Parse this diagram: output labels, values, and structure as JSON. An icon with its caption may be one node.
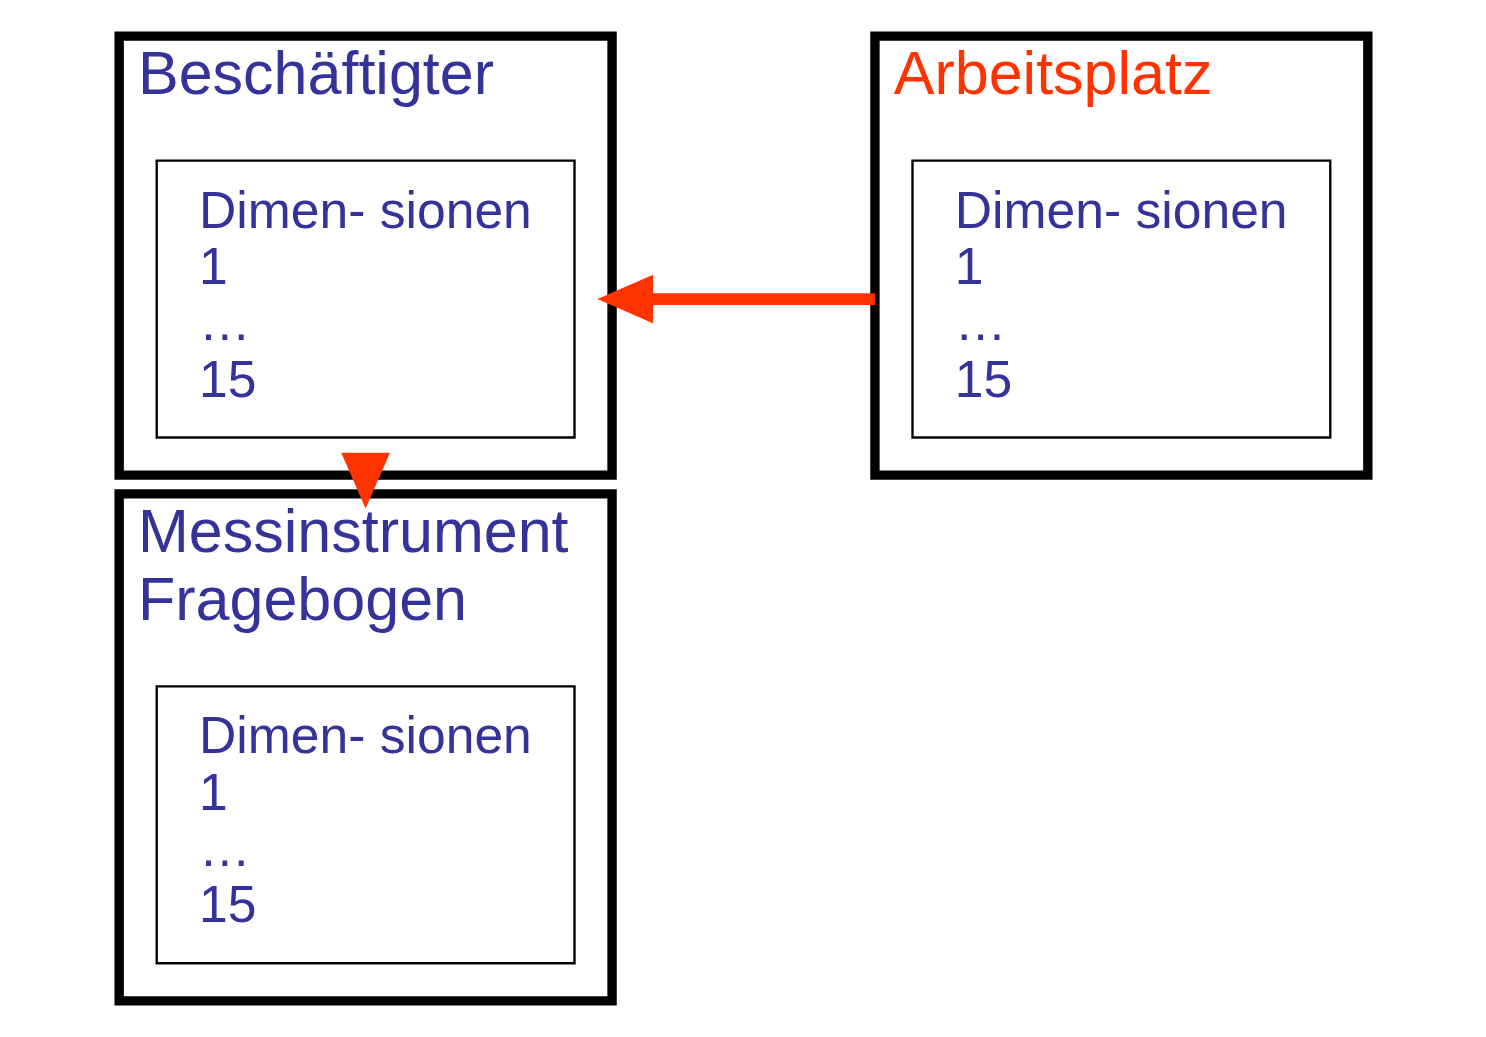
{
  "diagram": {
    "nodes": [
      {
        "text": [
          "Beschäftigter"
        ]
      },
      {
        "text": [
          "Dimen- sionen",
          "1",
          "…",
          "15"
        ],
        "in": 0
      },
      {
        "text": [
          "Arbeitsplatz"
        ]
      },
      {
        "text": [
          "Dimen- sionen",
          "1",
          "…",
          "15"
        ],
        "in": 2
      },
      {
        "text": [
          "Messinstrument",
          "Fragebogen"
        ]
      },
      {
        "text": [
          "Dimen- sionen",
          "1",
          "…",
          "15"
        ],
        "in": 4
      }
    ],
    "edges": [
      {
        "from": 2,
        "to": 0,
        "arrow": "to"
      },
      {
        "from": 0,
        "to": 4,
        "arrow": "to"
      }
    ]
  }
}
